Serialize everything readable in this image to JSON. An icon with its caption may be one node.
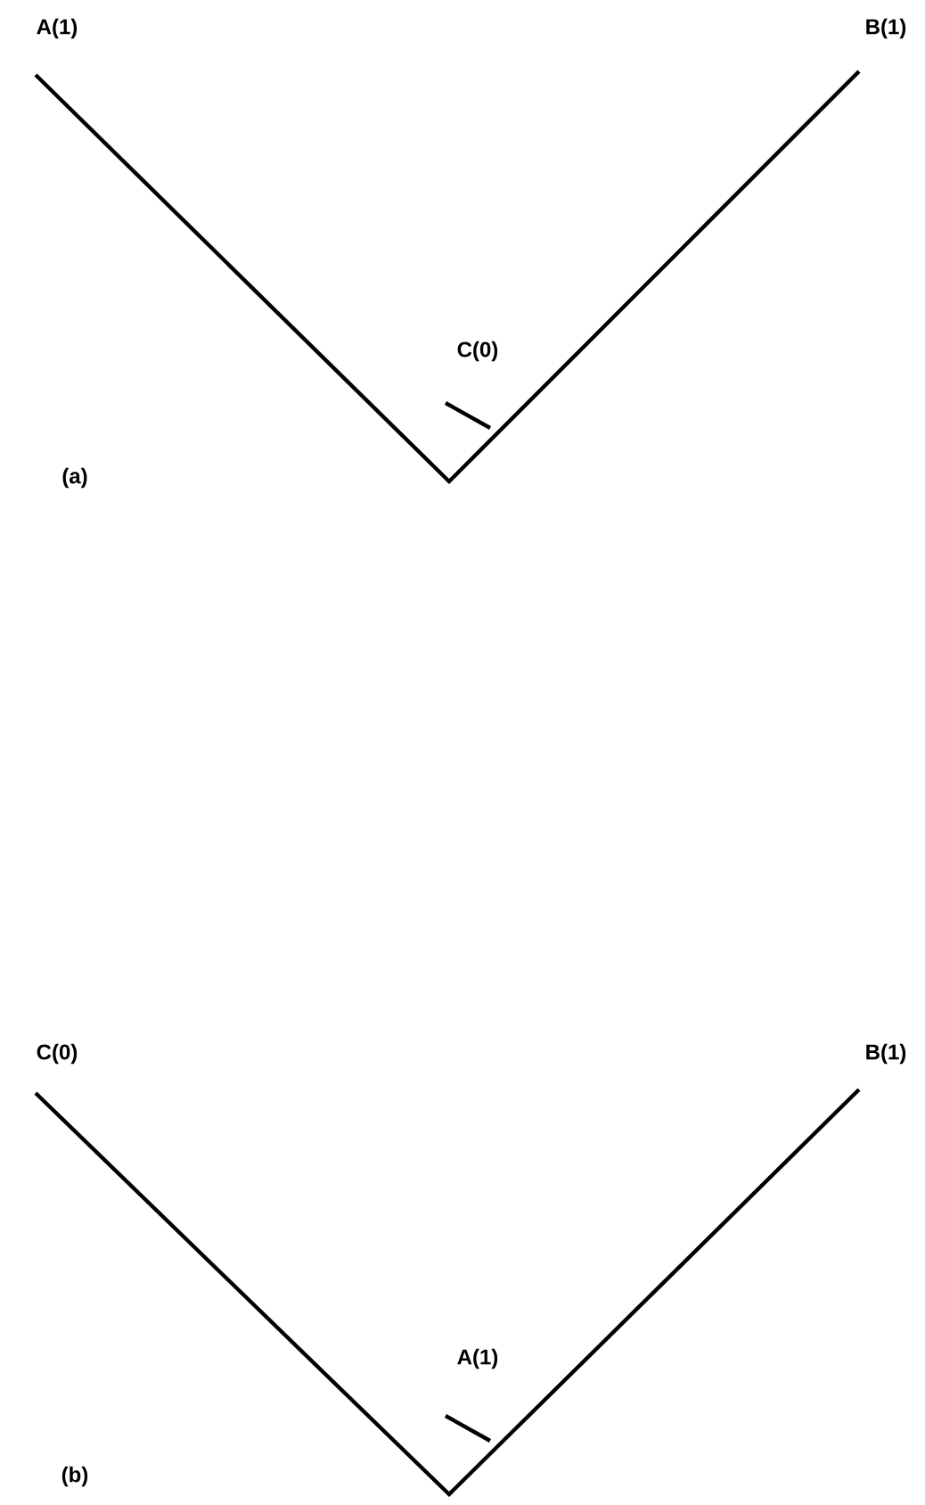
{
  "diagram": {
    "labels": [
      "A(1)",
      "B(1)",
      "C(0)",
      "(a)",
      "C(0)",
      "B(1)",
      "A(1)",
      "(b)"
    ]
  }
}
